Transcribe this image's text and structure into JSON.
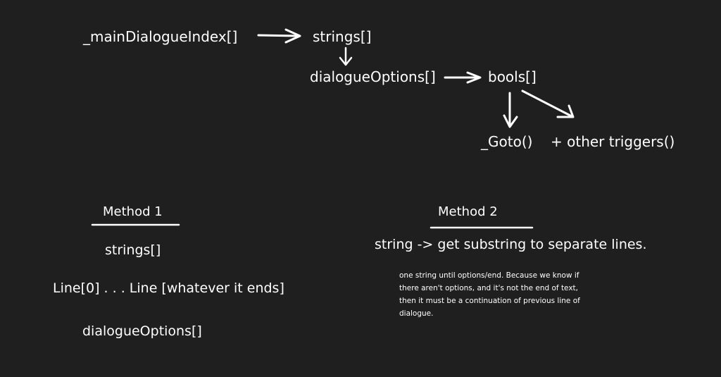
{
  "flow": {
    "main_index": "_mainDialogueIndex[]",
    "strings": "strings[]",
    "dialogue_options": "dialogueOptions[]",
    "bools": "bools[]",
    "goto": "_Goto()",
    "other_triggers": "+ other triggers()"
  },
  "method1": {
    "heading": "Method 1",
    "strings": "strings[]",
    "lines": "Line[0] . . . Line [whatever it ends]",
    "options": "dialogueOptions[]"
  },
  "method2": {
    "heading": "Method 2",
    "summary": "string -> get substring to separate lines.",
    "note_lines": [
      "one string until options/end. Because we know if",
      "there aren't options, and it's not the end of text,",
      "then it must be a continuation of previous line of",
      "dialogue."
    ]
  },
  "colors": {
    "background": "#1f1f1f",
    "ink": "#ffffff"
  }
}
